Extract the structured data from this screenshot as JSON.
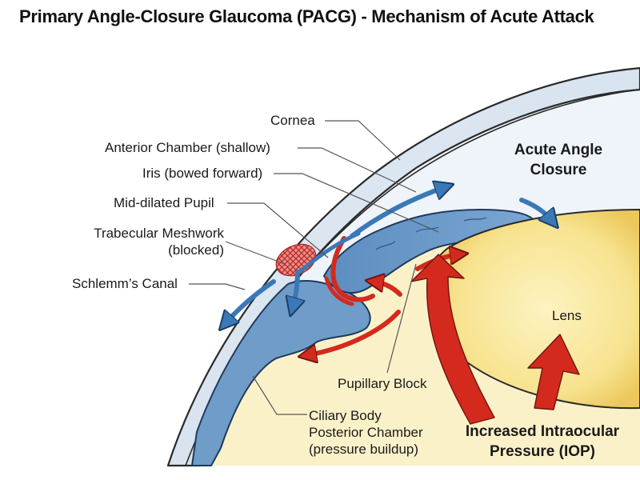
{
  "title": "Primary Angle-Closure Glaucoma (PACG) - Mechanism of Acute Attack",
  "labels": {
    "cornea": "Cornea",
    "anterior_chamber": "Anterior Chamber (shallow)",
    "iris": "Iris (bowed forward)",
    "pupil": "Mid-dilated Pupil",
    "trabecular_line1": "Trabecular Meshwork",
    "trabecular_line2": "(blocked)",
    "schlemm": "Schlemm’s Canal",
    "acute_line1": "Acute Angle",
    "acute_line2": "Closure",
    "lens": "Lens",
    "pupillary_block": "Pupillary Block",
    "ciliary_line1": "Ciliary Body",
    "ciliary_line2": "Posterior Chamber",
    "ciliary_line3": "(pressure buildup)",
    "iop_line1": "Increased Intraocular",
    "iop_line2": "Pressure (IOP)"
  },
  "colors": {
    "aqueous_flow": "#3a78b8",
    "pressure_arrows": "#d42a1e",
    "iris_tissue": "#6f9cc9",
    "cornea": "#dbe6f1",
    "lens": "#f6e08a",
    "posterior_chamber": "#fbf1c9"
  }
}
